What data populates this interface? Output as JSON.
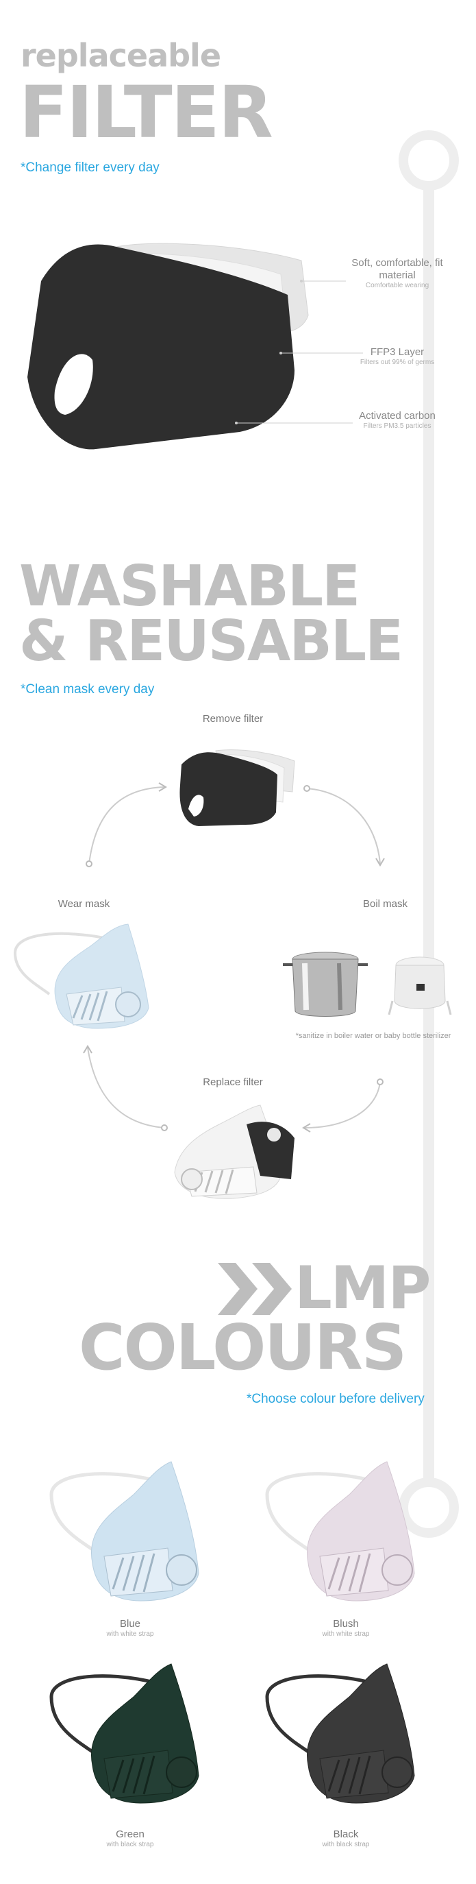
{
  "filter_section": {
    "kicker": "replaceable",
    "title": "FILTER",
    "note": "*Change filter every day",
    "callouts": [
      {
        "title": "Soft, comfortable, fit material",
        "sub": "Comfortable wearing"
      },
      {
        "title": "FFP3 Layer",
        "sub": "Filters out 99% of germs"
      },
      {
        "title": "Activated carbon",
        "sub": "Filters PM3.5 particles"
      }
    ]
  },
  "washable_section": {
    "title_line1": "WASHABLE",
    "title_line2": "& REUSABLE",
    "note": "*Clean mask every day",
    "steps": {
      "remove": "Remove filter",
      "wear": "Wear mask",
      "boil": "Boil mask",
      "replace": "Replace filter"
    },
    "sanitize_note": "*sanitize in boiler water or baby bottle sterilizer"
  },
  "colours_section": {
    "brand": "LMP",
    "title": "COLOURS",
    "note": "*Choose colour before delivery",
    "variants": [
      {
        "name": "Blue",
        "strap": "with white strap",
        "color": "#cfe3f1",
        "strap_color": "#e9e9e9"
      },
      {
        "name": "Blush",
        "strap": "with white strap",
        "color": "#e7dde6",
        "strap_color": "#e9e9e9"
      },
      {
        "name": "Green",
        "strap": "with black strap",
        "color": "#1f3a30",
        "strap_color": "#333333"
      },
      {
        "name": "Black",
        "strap": "with black strap",
        "color": "#3a3a3a",
        "strap_color": "#333333"
      }
    ]
  }
}
